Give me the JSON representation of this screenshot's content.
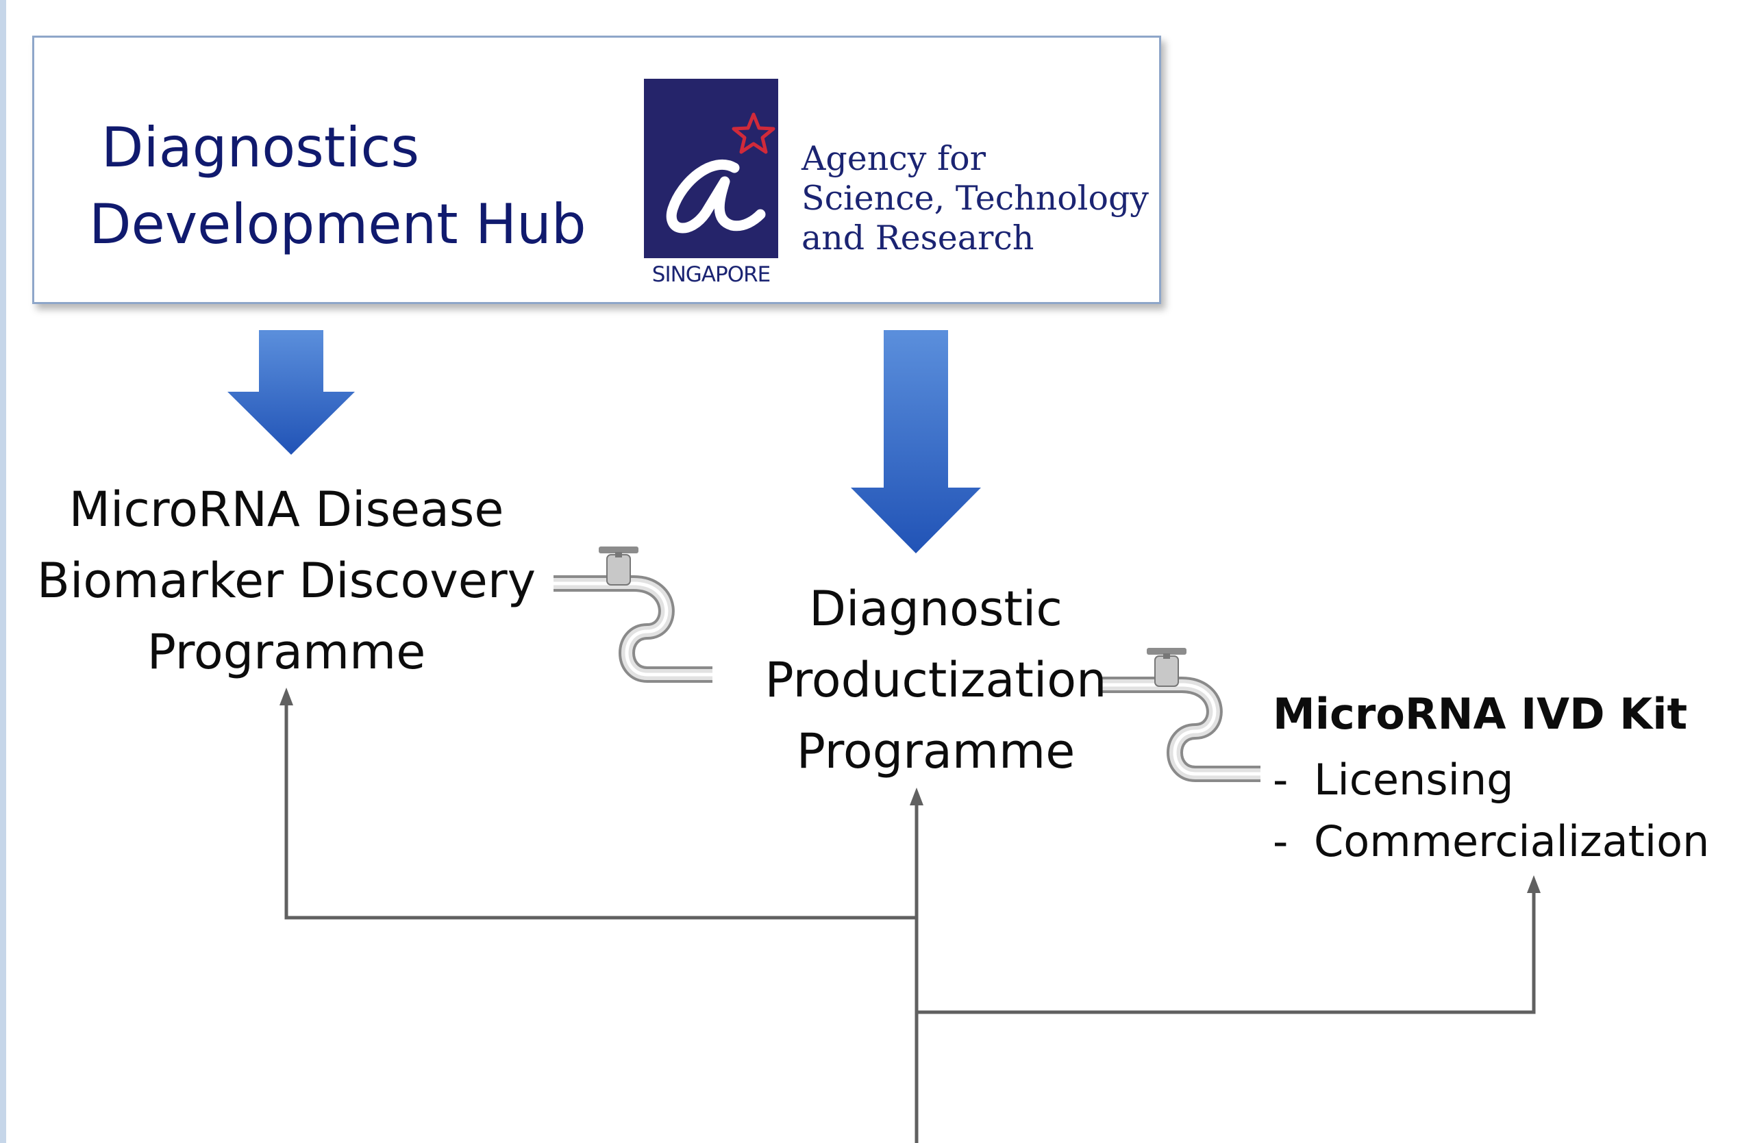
{
  "hub": {
    "title_line1": "Diagnostics",
    "title_line2": "Development Hub"
  },
  "logo": {
    "country": "SINGAPORE",
    "name_line1": "Agency for",
    "name_line2": "Science, Technology",
    "name_line3": "and Research"
  },
  "programmes": {
    "discovery": {
      "line1": "MicroRNA Disease",
      "line2": "Biomarker Discovery",
      "line3": "Programme"
    },
    "productization": {
      "line1": "Diagnostic",
      "line2": "Productization",
      "line3": "Programme"
    }
  },
  "kit": {
    "title": "MicroRNA IVD Kit",
    "items": [
      {
        "dash": "-",
        "label": "Licensing"
      },
      {
        "dash": "-",
        "label": "Commercialization"
      }
    ]
  },
  "colors": {
    "hub_text": "#101a6e",
    "logo_square": "#25246a",
    "logo_star": "#d02a3a",
    "arrow_top": "#4f86d8",
    "arrow_bottom": "#2456b8",
    "connector": "#606060",
    "pipe": "#b4b4b4"
  },
  "icons": [
    "down-arrow-icon",
    "pipe-valve-icon",
    "connector-arrow-icon",
    "star-icon"
  ]
}
